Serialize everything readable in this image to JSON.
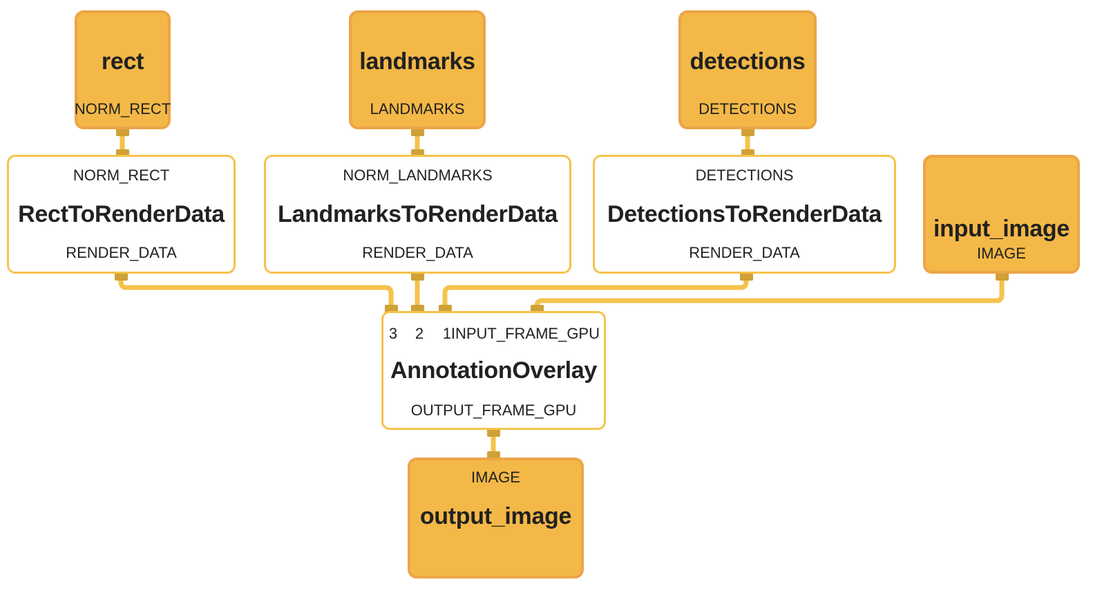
{
  "graph_title": "MediaPipe annotation overlay graph",
  "colors": {
    "wire": "#F5C34C",
    "connector": "#CFA136",
    "node_fill": "#F3B847",
    "node_border": "#EDA447",
    "calc_border": "#F5C34C",
    "text": "#212121",
    "canvas_bg": "#FFFFFF"
  },
  "nodes": {
    "rect": {
      "title": "rect",
      "output_port": "NORM_RECT"
    },
    "landmarks": {
      "title": "landmarks",
      "output_port": "LANDMARKS"
    },
    "detections": {
      "title": "detections",
      "output_port": "DETECTIONS"
    },
    "rect_to_render_data": {
      "input_port": "NORM_RECT",
      "title": "RectToRenderData",
      "output_port": "RENDER_DATA"
    },
    "landmarks_to_render_data": {
      "input_port": "NORM_LANDMARKS",
      "title": "LandmarksToRenderData",
      "output_port": "RENDER_DATA"
    },
    "detections_to_render_data": {
      "input_port": "DETECTIONS",
      "title": "DetectionsToRenderData",
      "output_port": "RENDER_DATA"
    },
    "input_image": {
      "title": "input_image",
      "output_port": "IMAGE"
    },
    "annotation_overlay": {
      "title": "AnnotationOverlay",
      "input_ports": [
        "3",
        "2",
        "1",
        "INPUT_FRAME_GPU"
      ],
      "output_port": "OUTPUT_FRAME_GPU"
    },
    "output_image": {
      "input_port": "IMAGE",
      "title": "output_image"
    }
  },
  "edges": [
    {
      "from": "rect:NORM_RECT",
      "to": "RectToRenderData:NORM_RECT"
    },
    {
      "from": "landmarks:LANDMARKS",
      "to": "LandmarksToRenderData:NORM_LANDMARKS"
    },
    {
      "from": "detections:DETECTIONS",
      "to": "DetectionsToRenderData:DETECTIONS"
    },
    {
      "from": "RectToRenderData:RENDER_DATA",
      "to": "AnnotationOverlay:3"
    },
    {
      "from": "LandmarksToRenderData:RENDER_DATA",
      "to": "AnnotationOverlay:2"
    },
    {
      "from": "DetectionsToRenderData:RENDER_DATA",
      "to": "AnnotationOverlay:1"
    },
    {
      "from": "input_image:IMAGE",
      "to": "AnnotationOverlay:INPUT_FRAME_GPU"
    },
    {
      "from": "AnnotationOverlay:OUTPUT_FRAME_GPU",
      "to": "output_image:IMAGE"
    }
  ]
}
